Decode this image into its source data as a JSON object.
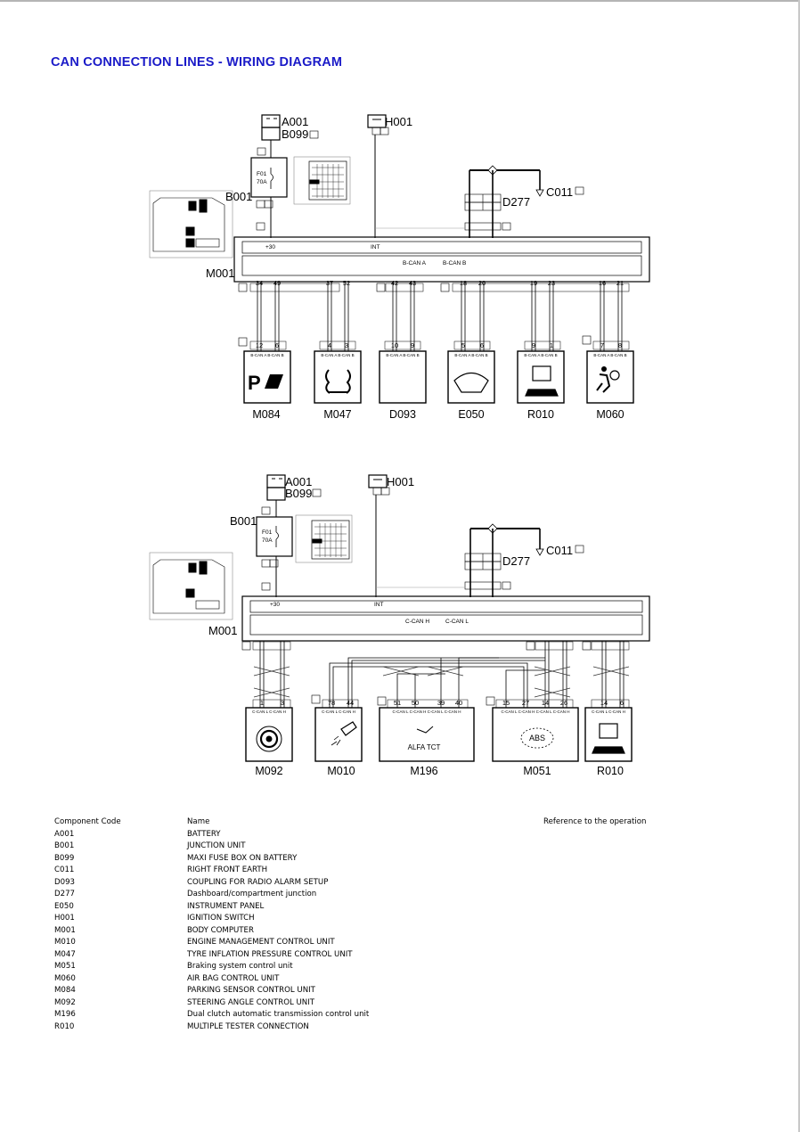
{
  "title": "CAN CONNECTION LINES - WIRING DIAGRAM",
  "top_diagram": {
    "battery": "A001",
    "maxi_fuse": "B099",
    "junction": "B001",
    "ignition": "H001",
    "earth": "C011",
    "dash_junction": "D277",
    "body_computer": "M001",
    "fuse_label": "F01",
    "fuse_rating": "70A",
    "bus_left": "B-CAN A",
    "bus_right": "B-CAN B",
    "power_label": "+30",
    "int_label": "INT",
    "devices": [
      {
        "code": "M084",
        "pins": [
          "12",
          "6"
        ],
        "ecu_pins": [
          "34",
          "49"
        ],
        "sub": "B-CAN A B-CAN B"
      },
      {
        "code": "M047",
        "pins": [
          "4",
          "3"
        ],
        "ecu_pins": [
          "37",
          "52"
        ],
        "sub": "B-CAN A B-CAN B"
      },
      {
        "code": "D093",
        "pins": [
          "10",
          "9"
        ],
        "ecu_pins": [
          "42",
          "43"
        ],
        "sub": "B-CAN A B-CAN B"
      },
      {
        "code": "E050",
        "pins": [
          "5",
          "6"
        ],
        "ecu_pins": [
          "18",
          "20"
        ],
        "sub": "B-CAN A B-CAN B"
      },
      {
        "code": "R010",
        "pins": [
          "9",
          "1"
        ],
        "ecu_pins": [
          "19",
          "23"
        ],
        "sub": "B-CAN A B-CAN B"
      },
      {
        "code": "M060",
        "pins": [
          "7",
          "8"
        ],
        "ecu_pins": [
          "16",
          "21"
        ],
        "sub": "B-CAN A B-CAN B"
      }
    ]
  },
  "bottom_diagram": {
    "battery": "A001",
    "maxi_fuse": "B099",
    "junction": "B001",
    "ignition": "H001",
    "earth": "C011",
    "dash_junction": "D277",
    "body_computer": "M001",
    "fuse_label": "F01",
    "fuse_rating": "70A",
    "bus_left": "C-CAN H",
    "bus_right": "C-CAN L",
    "power_label": "+30",
    "int_label": "INT",
    "abs_label": "ABS",
    "tct_label": "ALFA TCT",
    "devices": [
      {
        "code": "M092",
        "pins": [
          "1",
          "3"
        ],
        "sub": "C-CAN L C-CAN H"
      },
      {
        "code": "M010",
        "pins": [
          "78",
          "44"
        ],
        "sub": "C-CAN L C-CAN H"
      },
      {
        "code": "M196",
        "pins": [
          "51",
          "50",
          "39",
          "40"
        ],
        "sub": "C-CAN L C-CAN H C-CAN L C-CAN H"
      },
      {
        "code": "M051",
        "pins": [
          "15",
          "27",
          "14",
          "26"
        ],
        "sub": "C-CAN L C-CAN H C-CAN L C-CAN H"
      },
      {
        "code": "R010",
        "pins": [
          "14",
          "6"
        ],
        "sub": "C-CAN L C-CAN H"
      }
    ]
  },
  "table": {
    "headers": [
      "Component Code",
      "Name",
      "Reference to the operation"
    ],
    "rows": [
      [
        "A001",
        "BATTERY"
      ],
      [
        "B001",
        "JUNCTION UNIT"
      ],
      [
        "B099",
        "MAXI FUSE BOX ON BATTERY"
      ],
      [
        "C011",
        "RIGHT FRONT EARTH"
      ],
      [
        "D093",
        "COUPLING FOR RADIO ALARM SETUP"
      ],
      [
        "D277",
        "Dashboard/compartment junction"
      ],
      [
        "E050",
        "INSTRUMENT PANEL"
      ],
      [
        "H001",
        "IGNITION SWITCH"
      ],
      [
        "M001",
        "BODY COMPUTER"
      ],
      [
        "M010",
        "ENGINE MANAGEMENT CONTROL UNIT"
      ],
      [
        "M047",
        "TYRE INFLATION PRESSURE CONTROL UNIT"
      ],
      [
        "M051",
        "Braking system control unit"
      ],
      [
        "M060",
        "AIR BAG CONTROL UNIT"
      ],
      [
        "M084",
        "PARKING SENSOR CONTROL UNIT"
      ],
      [
        "M092",
        "STEERING ANGLE CONTROL UNIT"
      ],
      [
        "M196",
        "Dual clutch automatic transmission control unit"
      ],
      [
        "R010",
        "MULTIPLE TESTER CONNECTION"
      ]
    ]
  }
}
